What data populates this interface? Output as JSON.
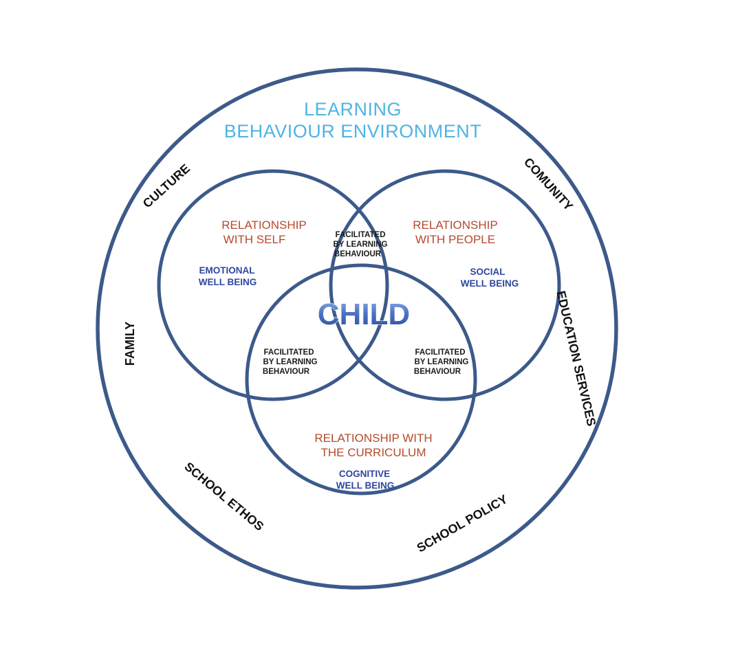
{
  "environment": {
    "title_line1": "LEARNING",
    "title_line2": "BEHAVIOUR ENVIRONMENT"
  },
  "outer_ring": {
    "culture": "CULTURE",
    "community": "COMUNITY",
    "family": "FAMILY",
    "education_services": "EDUCATION SERVICES",
    "school_ethos": "SCHOOL ETHOS",
    "school_policy": "SCHOOL POLICY"
  },
  "circles": {
    "self": {
      "title_line1": "RELATIONSHIP",
      "title_line2": "WITH SELF",
      "wellbeing_line1": "EMOTIONAL",
      "wellbeing_line2": "WELL BEING"
    },
    "people": {
      "title_line1": "RELATIONSHIP",
      "title_line2": "WITH PEOPLE",
      "wellbeing_line1": "SOCIAL",
      "wellbeing_line2": "WELL BEING"
    },
    "curriculum": {
      "title_line1": "RELATIONSHIP WITH",
      "title_line2": "THE CURRICULUM",
      "wellbeing_line1": "COGNITIVE",
      "wellbeing_line2": "WELL BEING"
    }
  },
  "overlaps": {
    "line1": "FACILITATED",
    "line2": "BY LEARNING",
    "line3": "BEHAVIOUR"
  },
  "center": {
    "label": "CHILD"
  },
  "colors": {
    "ring_stroke": "#3c5a8a",
    "environment_title": "#4fb3e4",
    "relationship_title": "#b5492b",
    "wellbeing_text": "#2f46a0",
    "child_text": "#4a6fc2"
  }
}
